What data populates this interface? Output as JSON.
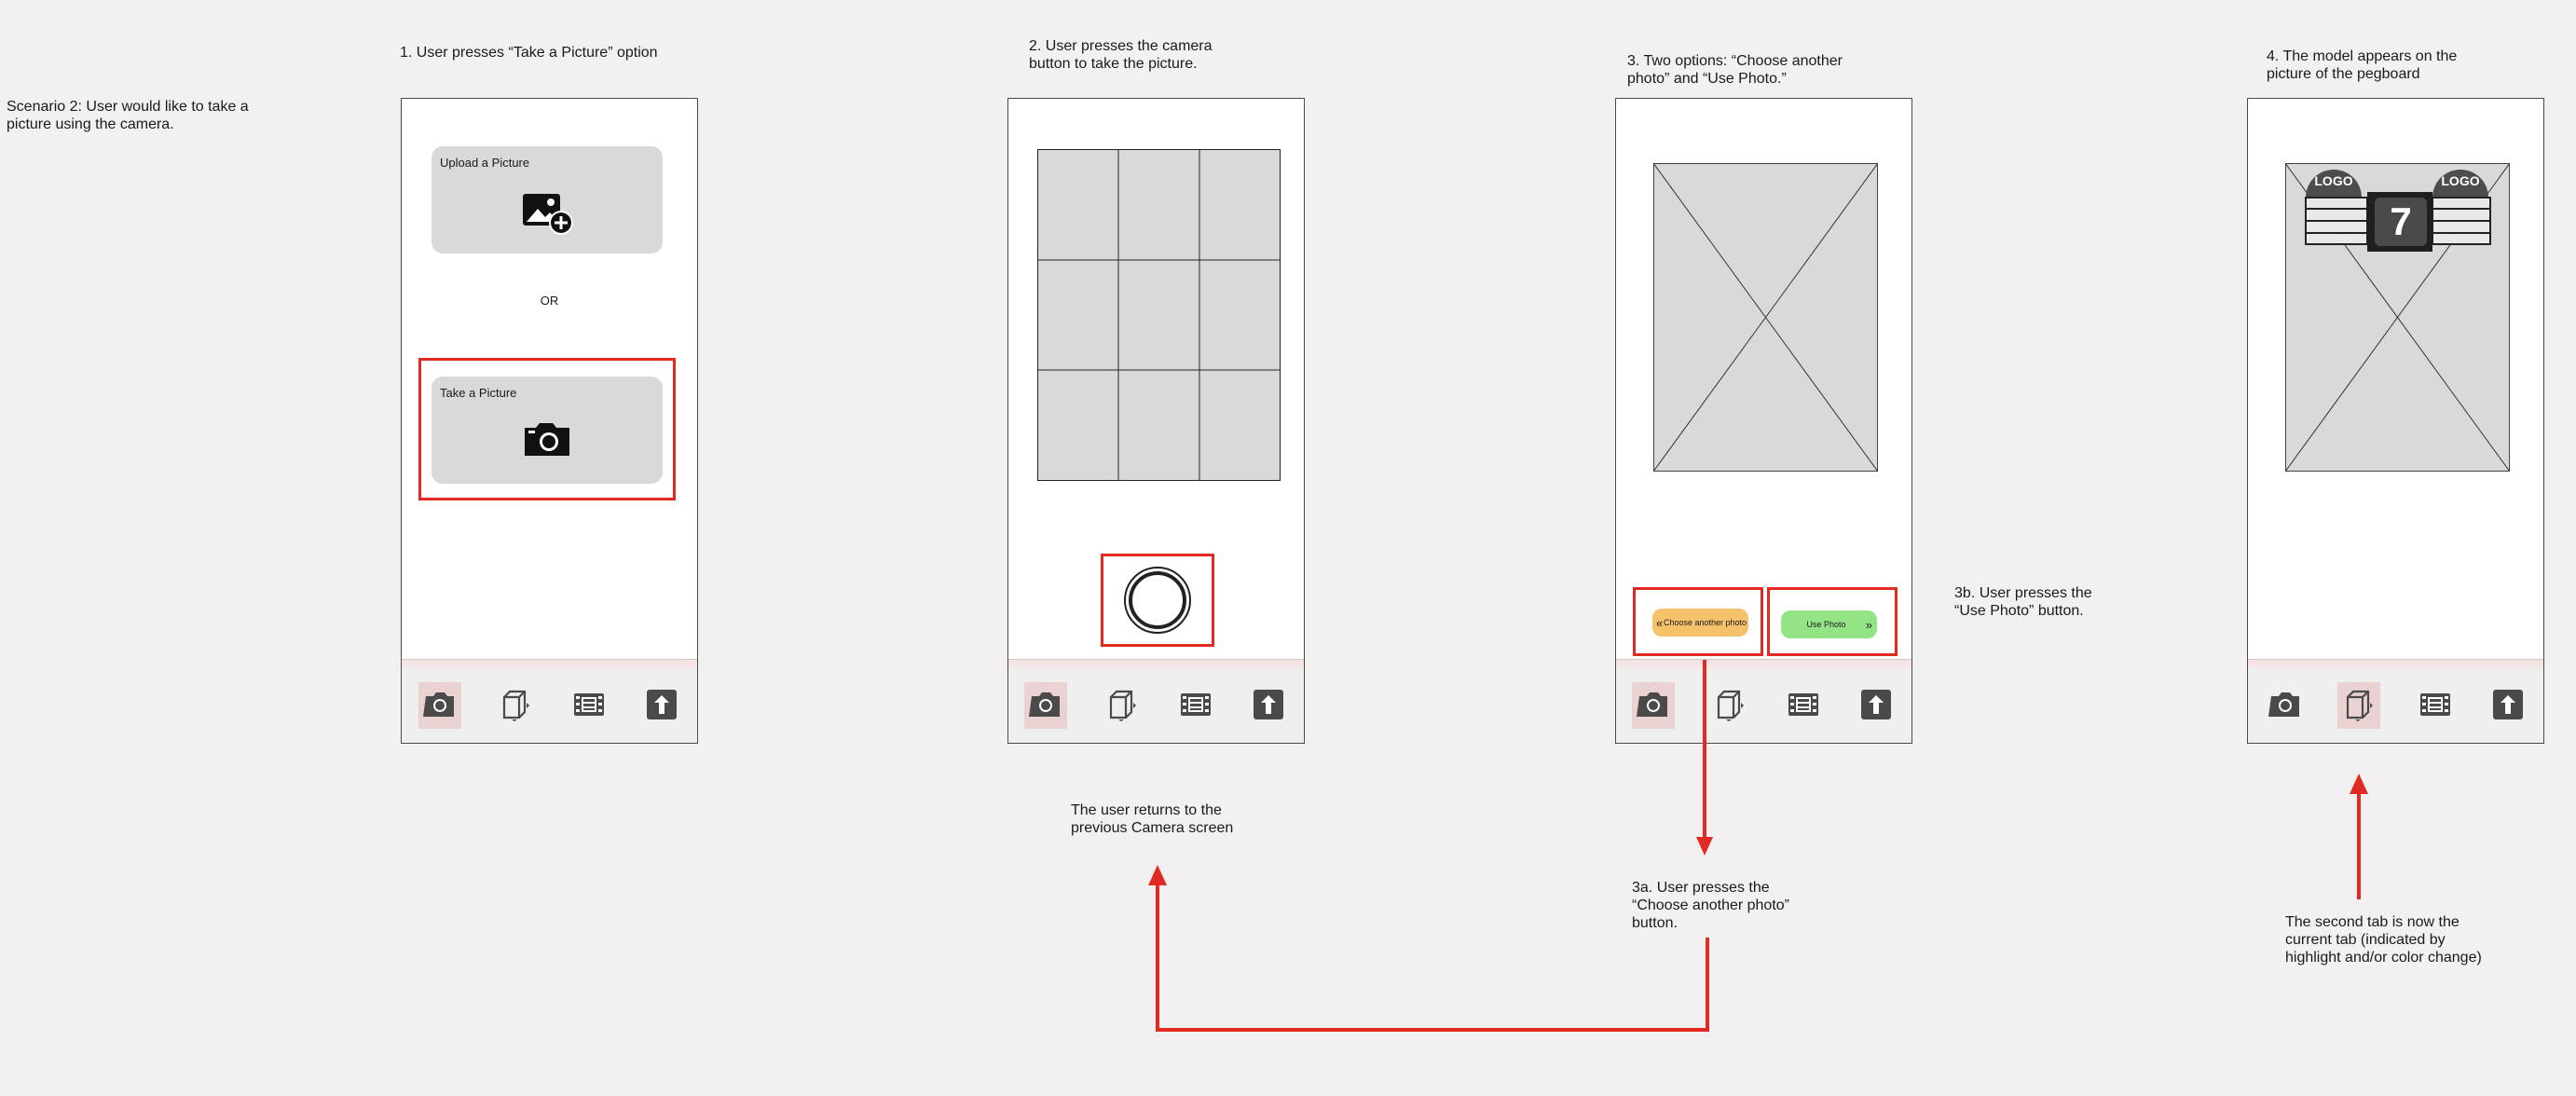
{
  "scenario": "Scenario 2: User would like to take a\npicture using the camera.",
  "steps": {
    "s1": "1. User presses  “Take a Picture” option",
    "s2": "2. User presses the camera\n    button to take the picture.",
    "s3": "3. Two options: “Choose another\n    photo” and “Use Photo.”",
    "s4": "4. The model appears on the\n    picture of the pegboard"
  },
  "screen1": {
    "upload_label": "Upload a Picture",
    "or_label": "OR",
    "take_label": "Take a Picture"
  },
  "screen3": {
    "choose_label": "Choose another photo",
    "use_label": "Use Photo"
  },
  "screen4": {
    "logo_left": "LOGO",
    "logo_right": "LOGO",
    "number": "7"
  },
  "notes": {
    "n3b": "3b. User presses the\n“Use Photo” button.",
    "n3a": "3a. User presses the\n“Choose another photo”\nbutton.",
    "return": "The user returns to the\nprevious Camera screen",
    "tab": "The second tab is now the\ncurrent tab (indicated by\nhighlight and/or color change)"
  },
  "tab_icons": [
    "camera-icon",
    "cube-icon",
    "film-icon",
    "upload-icon"
  ],
  "colors": {
    "highlight_red": "#e02a22",
    "choose_button": "#f5c26b",
    "use_button": "#93e485",
    "active_tab": "#ead2d2"
  }
}
